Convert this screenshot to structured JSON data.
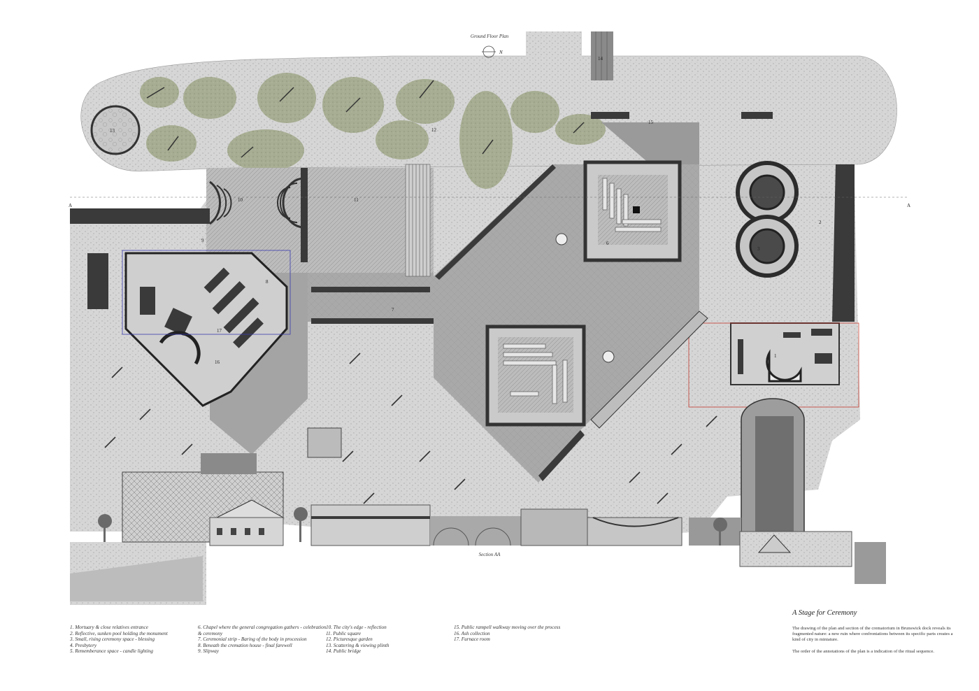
{
  "plan_title": "Ground Floor Plan",
  "north_label": "N",
  "section_title": "Section AA",
  "section_marker": "A",
  "project": {
    "title": "A Stage for Ceremony",
    "paragraph_1": "The drawing of the plan and section of the crematorium in Brunswick dock reveals its fragmented nature: a new ruin where confrontations between its specific parts creates a kind of city in miniature.",
    "paragraph_2": "The order of the annotations of the plan is a indication of the ritual sequence."
  },
  "legend": {
    "col1": [
      "1. Mortuary & close relatives entrance",
      "2. Reflective, sunken pool holding the monument",
      "3. Small, rising ceremony space - blessing",
      "4. Presbytery",
      "5. Rememberance space - candle lighting"
    ],
    "col2": [
      "6. Chapel where the general congregation gathers - celebration",
      "& ceremony",
      "7. Ceremonial strip - Baring of the body in procession",
      "8. Beneath the cremation house - final farewell",
      "9. Slipway"
    ],
    "col3": [
      "10. The city's edge - reflection",
      "11. Public square",
      "12. Picturesque garden",
      "13. Scattering & viewing plinth",
      "14. Public bridge"
    ],
    "col4": [
      "15. Public rampell walkway moving over the process",
      "16. Ash collection",
      "17. Furnace room"
    ]
  },
  "plan_labels": {
    "n1": "1",
    "n2": "2",
    "n3": "3",
    "n6": "6",
    "n7": "7",
    "n8": "8",
    "n9": "9",
    "n10": "10",
    "n11": "11",
    "n12": "12",
    "n13": "13",
    "n14": "14",
    "n15": "15",
    "n16": "16",
    "n17": "17"
  },
  "colors": {
    "ground": "#d9d9d9",
    "paving": "#b3b3b3",
    "dark_wall": "#3a3a3a",
    "garden_green": "#a6ad92",
    "red_outline": "#c0392b",
    "blue_outline": "#3a3ab0"
  }
}
